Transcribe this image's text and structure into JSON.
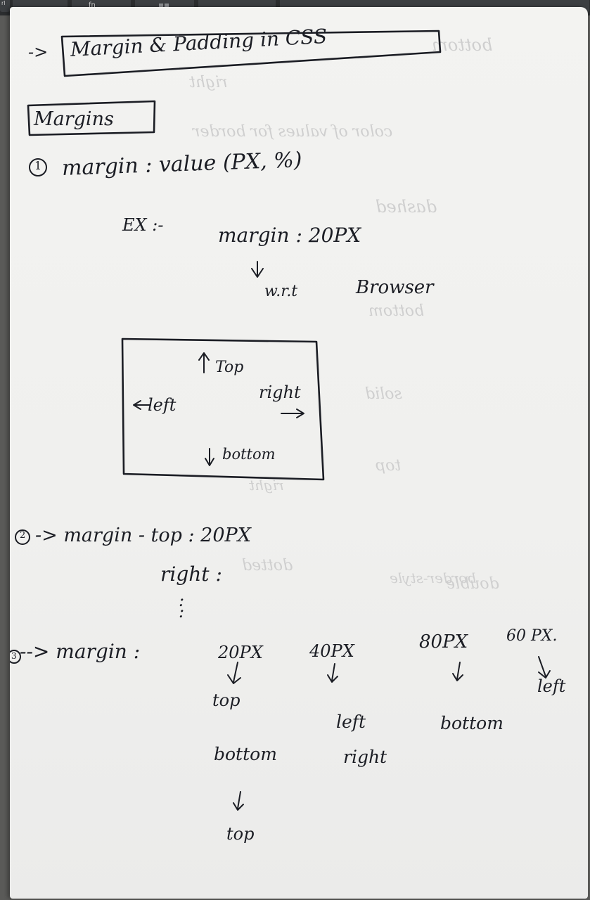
{
  "keyboard": {
    "fn_key": "fn",
    "corner_key": "rl"
  },
  "title": {
    "arrow": "->",
    "text": "Margin & Padding in CSS"
  },
  "heading_margins": "Margins",
  "point1": {
    "number": "1",
    "syntax": "margin : value (PX, %)",
    "example_label": "EX :-",
    "example_code": "margin : 20PX",
    "arrow_down": "↓",
    "wrt": "w.r.t",
    "browser": "Browser"
  },
  "box_diagram": {
    "top": "Top",
    "left": "left",
    "right": "right",
    "bottom": "bottom"
  },
  "point2": {
    "number": "2",
    "line": "-> margin - top : 20PX",
    "right": "right :",
    "dots": ":"
  },
  "point3": {
    "number": "3",
    "prefix": "--> margin :",
    "values": [
      "20PX",
      "40PX",
      "80PX",
      "60 PX."
    ],
    "labels": {
      "v1": [
        "top",
        "bottom"
      ],
      "v2": [
        "left",
        "right"
      ],
      "v3": "bottom",
      "v4": "left",
      "final": "top"
    }
  },
  "ghost_texts": [
    "bottom",
    "right",
    "dashed",
    "bottom",
    "solid",
    "dotted",
    "double",
    "top",
    "border-style",
    "right",
    "color of values for border"
  ]
}
